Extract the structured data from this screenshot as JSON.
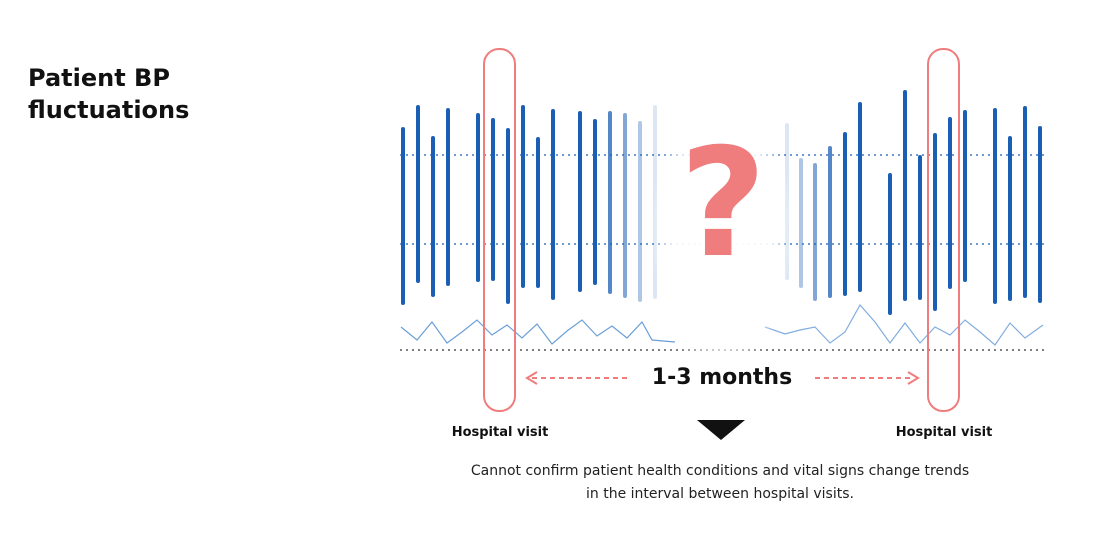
{
  "title": "Patient BP fluctuations",
  "interval_label": "1-3 months",
  "visit_label": "Hospital visit",
  "question_mark": "?",
  "caption_lines": [
    "Cannot confirm patient health conditions and vital signs change trends",
    "in the interval between hospital visits."
  ],
  "colors": {
    "bar": "#1b5fb5",
    "line": "#6b9fd8",
    "accent": "#f07d7d",
    "guide": "#1b5fb5",
    "text": "#111111"
  }
}
